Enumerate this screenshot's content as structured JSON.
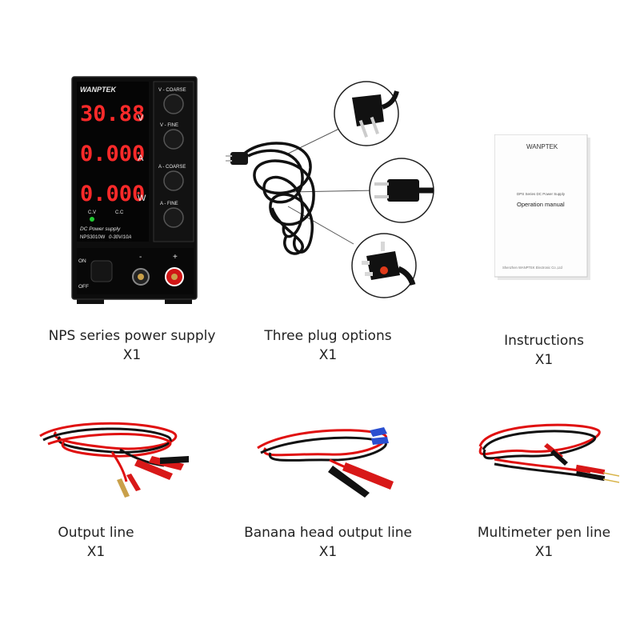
{
  "items": [
    {
      "id": "power-supply",
      "caption": "NPS series power supply",
      "qty": "X1",
      "device": {
        "brand": "WANPTEK",
        "voltage": "30.88",
        "voltage_unit": "V",
        "current": "0.000",
        "current_unit": "A",
        "power": "0.000",
        "power_unit": "W",
        "cv_label": "C.V",
        "cc_label": "C.C",
        "product_label": "DC Power supply",
        "model": "NPS3010W",
        "range": "0-30V/10A",
        "knob_labels": [
          "V - COARSE",
          "V - FINE",
          "A - COARSE",
          "A - FINE"
        ],
        "on_label": "ON",
        "off_label": "OFF",
        "minus": "-",
        "plus": "+"
      }
    },
    {
      "id": "plugs",
      "caption": "Three plug options",
      "qty": "X1"
    },
    {
      "id": "manual",
      "caption": "Instructions",
      "qty": "X1",
      "booklet": {
        "brand": "WANPTEK",
        "subtitle": "DPS Series DC Power Supply",
        "title": "Operation manual",
        "footer": "Shenzhen WANPTEK Electronic Co.,Ltd"
      }
    },
    {
      "id": "output-line",
      "caption": "Output line",
      "qty": "X1"
    },
    {
      "id": "banana-line",
      "caption": "Banana head output line",
      "qty": "X1"
    },
    {
      "id": "multimeter-line",
      "caption": "Multimeter pen line",
      "qty": "X1"
    }
  ],
  "colors": {
    "background": "#ffffff",
    "device_body": "#0d0d0d",
    "display_red": "#ff2a2a",
    "cable_red": "#e01010",
    "cable_black": "#111111",
    "clip_red": "#d81818",
    "cv_led": "#22cc33"
  }
}
